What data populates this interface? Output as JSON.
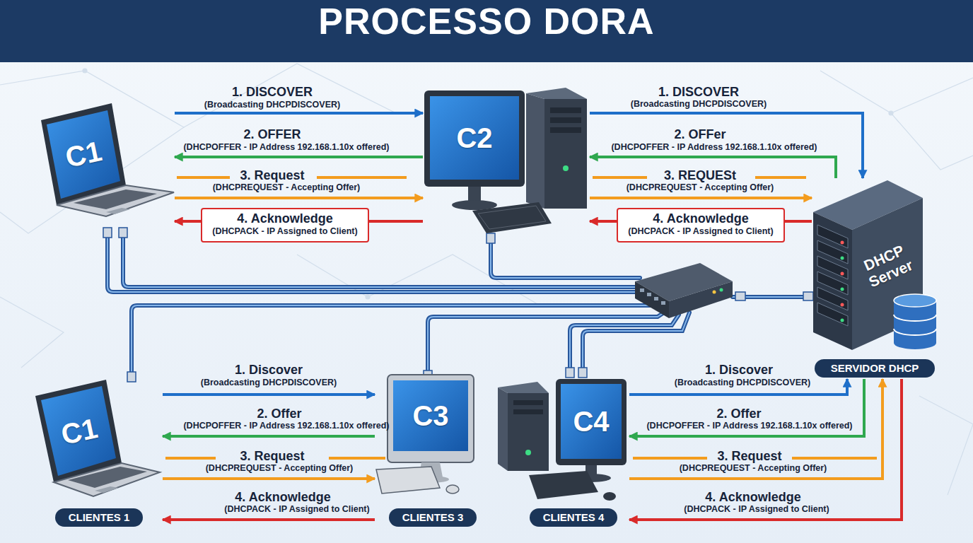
{
  "diagram": {
    "title": "PROCESSO DORA",
    "nodes": [
      {
        "text": [
          "C1"
        ]
      },
      {
        "text": [
          "C2"
        ]
      },
      {
        "text": [
          "DHCP Server",
          "SERVIDOR DHCP"
        ]
      },
      {
        "text": [
          "C1",
          "CLIENTES 1"
        ]
      },
      {
        "text": [
          "C3",
          "CLIENTES 3"
        ]
      },
      {
        "text": [
          "C4",
          "CLIENTES 4"
        ]
      }
    ],
    "edges": [
      {
        "from": 0,
        "to": 1,
        "arrow": "to",
        "label": "1. DISCOVER"
      },
      {
        "from": 1,
        "to": 0,
        "arrow": "to",
        "label": "2. OFFER"
      },
      {
        "from": 0,
        "to": 1,
        "arrow": "to",
        "label": "3. Request"
      },
      {
        "from": 1,
        "to": 0,
        "arrow": "to",
        "label": "4. Acknowledge"
      },
      {
        "from": 1,
        "to": 2,
        "arrow": "to",
        "label": "1. DISCOVER"
      },
      {
        "from": 2,
        "to": 1,
        "arrow": "to",
        "label": "2. OFFer"
      },
      {
        "from": 1,
        "to": 2,
        "arrow": "to",
        "label": "3. REQUESt"
      },
      {
        "from": 2,
        "to": 1,
        "arrow": "to",
        "label": "4. Acknowledge"
      },
      {
        "from": 3,
        "to": 4,
        "arrow": "to",
        "label": "1. Discover"
      },
      {
        "from": 4,
        "to": 3,
        "arrow": "to",
        "label": "2. Offer"
      },
      {
        "from": 3,
        "to": 4,
        "arrow": "to",
        "label": "3. Request"
      },
      {
        "from": 4,
        "to": 3,
        "arrow": "to",
        "label": "4. Acknowledge"
      },
      {
        "from": 5,
        "to": 2,
        "arrow": "to",
        "label": "1. Discover"
      },
      {
        "from": 2,
        "to": 5,
        "arrow": "to",
        "label": "2. Offer"
      },
      {
        "from": 5,
        "to": 2,
        "arrow": "to",
        "label": "3. Request"
      },
      {
        "from": 2,
        "to": 5,
        "arrow": "to",
        "label": "4. Acknowledge"
      }
    ],
    "labels": [
      "(Broadcasting DHCPDISCOVER)",
      "(DHCPOFFER - IP Address 192.168.1.10x offered)",
      "(DHCPREQUEST - Accepting Offer)",
      "(DHCPACK - IP Assigned to Client)",
      "(Broadcasting DHCPDISCOVER)",
      "(DHCPOFFER - IP Address 192.168.1.10x offered)",
      "(DHCPREQUEST - Accepting Offer)",
      "(DHCPACK - IP Assigned to Client)",
      "(Broadcasting DHCPDISCOVER)",
      "(DHCPOFFER - IP Address 192.168.1.10x offered)",
      "(DHCPREQUEST - Accepting Offer)",
      "(DHCPACK - IP Assigned to Client)",
      "(Broadcasting DHCPDISCOVER)",
      "(DHCPOFFER - IP Address 192.168.1.10x offered)",
      "(DHCPREQUEST - Accepting Offer)",
      "(DHCPACK - IP Assigned to Client)"
    ]
  }
}
